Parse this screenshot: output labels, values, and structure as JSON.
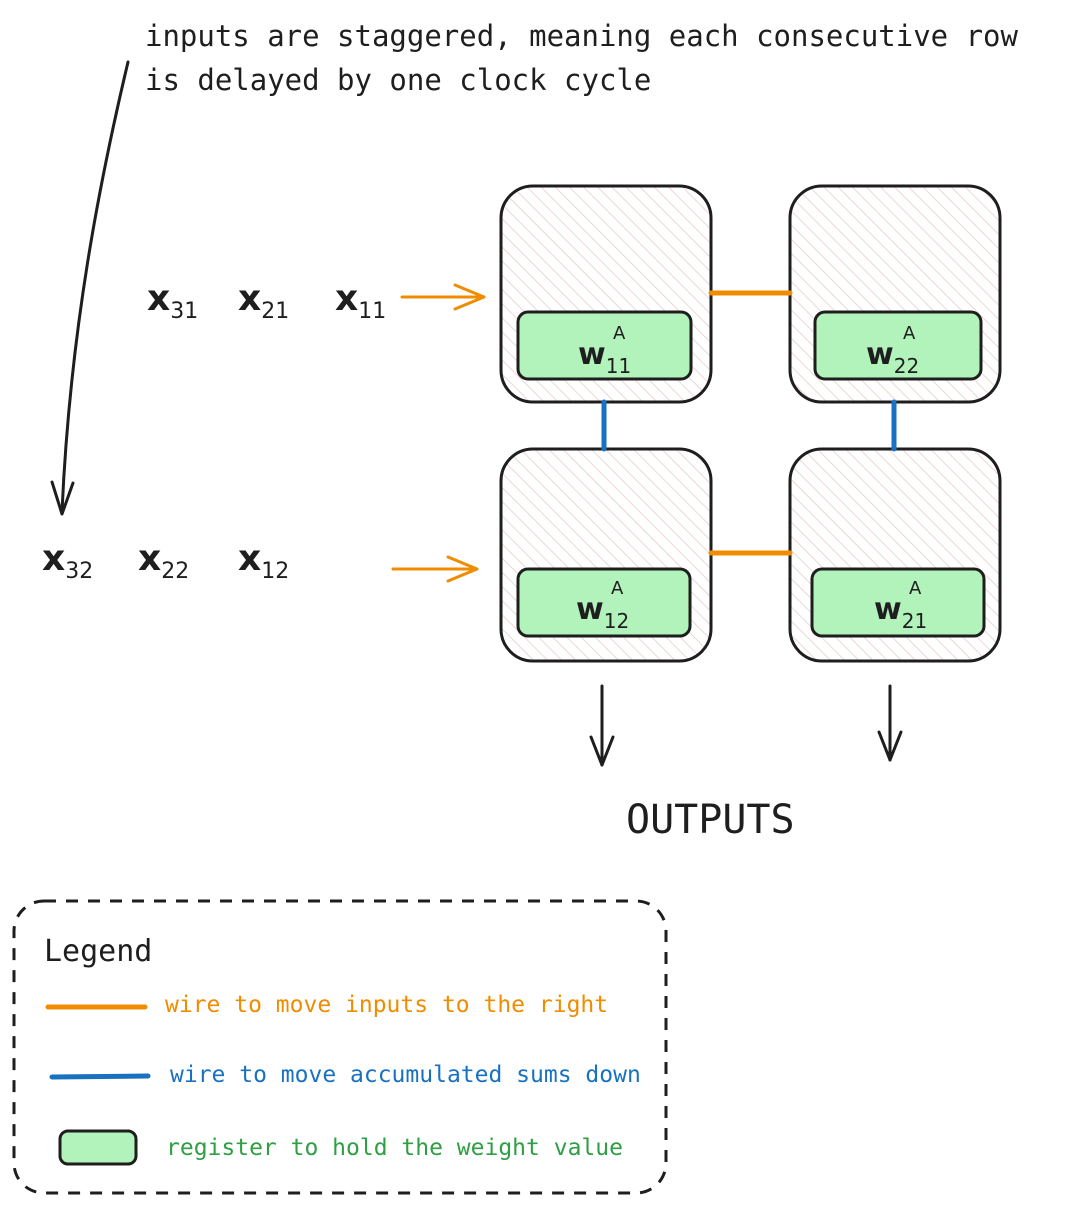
{
  "annotation": {
    "line1": "inputs are staggered, meaning each consecutive row",
    "line2": "is delayed by one clock cycle"
  },
  "inputs": {
    "row1": [
      {
        "base": "x",
        "sub": "31"
      },
      {
        "base": "x",
        "sub": "21"
      },
      {
        "base": "x",
        "sub": "11"
      }
    ],
    "row2": [
      {
        "base": "x",
        "sub": "32"
      },
      {
        "base": "x",
        "sub": "22"
      },
      {
        "base": "x",
        "sub": "12"
      }
    ]
  },
  "cells": [
    {
      "base": "w",
      "sub": "11",
      "sup": "A"
    },
    {
      "base": "w",
      "sub": "22",
      "sup": "A"
    },
    {
      "base": "w",
      "sub": "12",
      "sup": "A"
    },
    {
      "base": "w",
      "sub": "21",
      "sup": "A"
    }
  ],
  "outputs_label": "OUTPUTS",
  "legend": {
    "title": "Legend",
    "items": [
      {
        "label": "wire to move inputs to the right",
        "color": "#f08c00"
      },
      {
        "label": "wire to move accumulated sums down",
        "color": "#1971c2"
      },
      {
        "label": "register to hold the weight value",
        "color": "#2f9e44"
      }
    ]
  },
  "colors": {
    "register_fill": "#b2f2bb",
    "stroke": "#1e1e1e",
    "hatch": "#e3c7c3",
    "input_wire": "#f08c00",
    "sum_wire": "#1971c2"
  }
}
